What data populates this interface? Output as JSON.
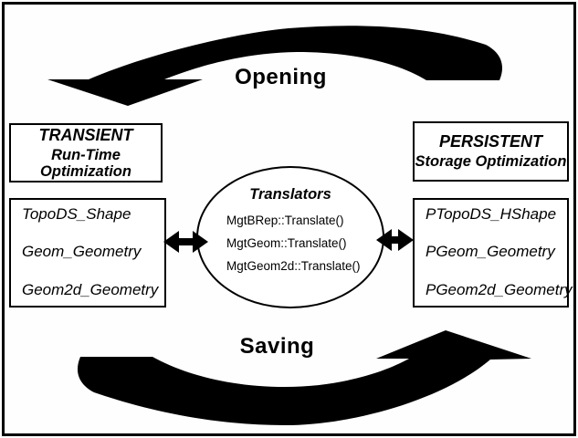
{
  "diagram": {
    "opening_label": "Opening",
    "saving_label": "Saving",
    "transient_box": {
      "title": "TRANSIENT",
      "subtitle": "Run-Time Optimization"
    },
    "persistent_box": {
      "title": "PERSISTENT",
      "subtitle": "Storage Optimization"
    },
    "transient_classes": [
      "TopoDS_Shape",
      "Geom_Geometry",
      "Geom2d_Geometry"
    ],
    "persistent_classes": [
      "PTopoDS_HShape",
      "PGeom_Geometry",
      "PGeom2d_Geometry"
    ],
    "translators": {
      "title": "Translators",
      "methods": [
        "MgtBRep::Translate()",
        "MgtGeom::Translate()",
        "MgtGeom2d::Translate()"
      ]
    },
    "colors": {
      "ink": "#000000",
      "background": "#ffffff"
    }
  }
}
